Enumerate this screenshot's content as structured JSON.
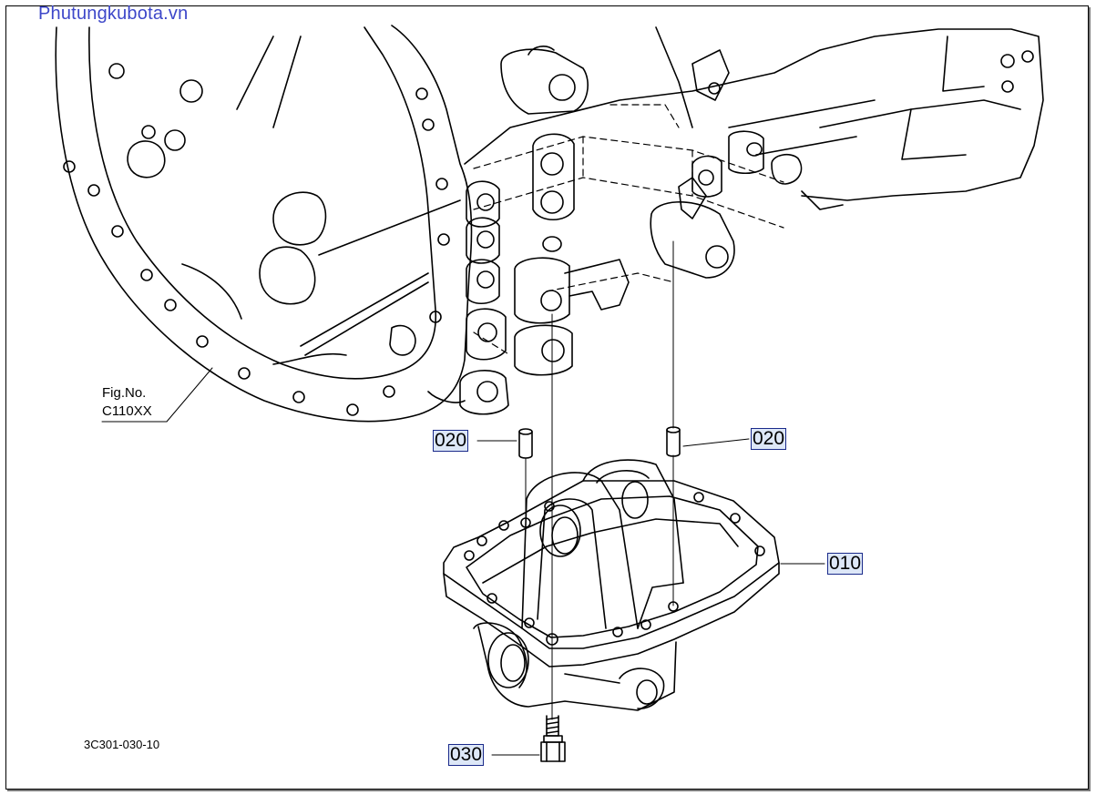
{
  "watermark": "Phutungkubota.vn",
  "figure_reference": {
    "line1": "Fig.No.",
    "line2": "C110XX"
  },
  "drawing_code": "3C301-030-10",
  "callouts": {
    "pin_left": "020",
    "pin_right": "020",
    "bracket": "010",
    "bolt": "030"
  },
  "colors": {
    "watermark": "#3d47c9",
    "callout_fill": "#dde7f7",
    "callout_border": "#1a2a8a",
    "line": "#000000"
  }
}
